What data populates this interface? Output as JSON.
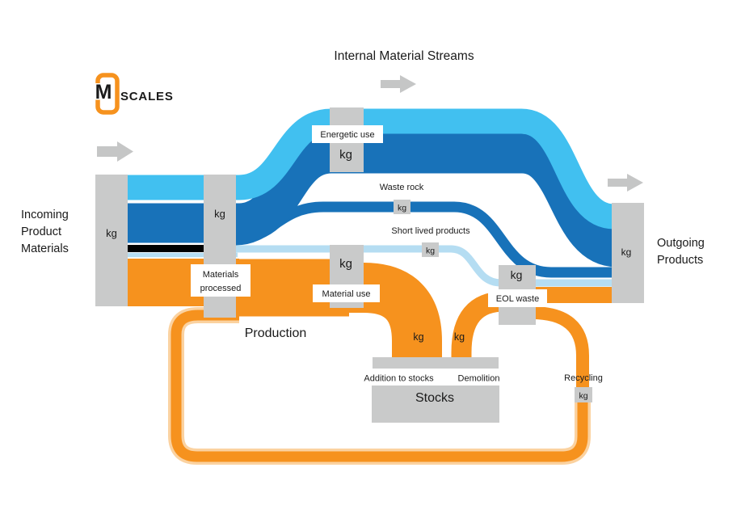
{
  "title": "Internal Material Streams",
  "logo": {
    "monogram": "M",
    "wordmark": "SCALES"
  },
  "endpoints": {
    "incoming": {
      "label_lines": [
        "Incoming",
        "Product",
        "Materials"
      ],
      "unit": "kg"
    },
    "outgoing": {
      "label_lines": [
        "Outgoing",
        "Products"
      ],
      "unit": "kg"
    }
  },
  "nodes": {
    "materials_processed": {
      "label_lines": [
        "Materials",
        "processed"
      ],
      "unit": "kg"
    },
    "energetic_use": {
      "label": "Energetic use",
      "unit": "kg"
    },
    "waste_rock": {
      "label": "Waste rock",
      "unit": "kg"
    },
    "material_use": {
      "label": "Material use",
      "unit": "kg"
    },
    "short_lived_products": {
      "label": "Short lived products",
      "unit": "kg"
    },
    "eol_waste": {
      "label": "EOL waste",
      "unit": "kg"
    },
    "production": {
      "label": "Production"
    },
    "stocks": {
      "label": "Stocks"
    },
    "addition_to_stocks": {
      "label": "Addition to stocks",
      "unit": "kg"
    },
    "demolition": {
      "label": "Demolition",
      "unit": "kg"
    },
    "recycling": {
      "label": "Recycling",
      "unit": "kg"
    }
  },
  "flows": [
    {
      "from": "incoming",
      "to": "materials_processed",
      "colors": [
        "cyan",
        "dark_blue",
        "black",
        "pale_blue",
        "orange"
      ]
    },
    {
      "from": "materials_processed",
      "to": "energetic_use",
      "colors": [
        "cyan",
        "dark_blue"
      ]
    },
    {
      "from": "energetic_use",
      "to": "outgoing",
      "colors": [
        "cyan",
        "dark_blue"
      ]
    },
    {
      "from": "materials_processed",
      "to": "waste_rock",
      "colors": [
        "dark_blue"
      ]
    },
    {
      "from": "waste_rock",
      "to": "outgoing",
      "colors": [
        "dark_blue"
      ]
    },
    {
      "from": "materials_processed",
      "to": "short_lived_products",
      "colors": [
        "pale_blue"
      ]
    },
    {
      "from": "short_lived_products",
      "to": "eol_waste",
      "colors": [
        "pale_blue"
      ]
    },
    {
      "from": "materials_processed",
      "to": "material_use",
      "colors": [
        "orange"
      ]
    },
    {
      "from": "material_use",
      "to": "addition_to_stocks",
      "colors": [
        "orange"
      ]
    },
    {
      "from": "addition_to_stocks",
      "to": "stocks",
      "colors": [
        "orange"
      ]
    },
    {
      "from": "stocks",
      "to": "demolition",
      "colors": [
        "orange"
      ]
    },
    {
      "from": "demolition",
      "to": "eol_waste",
      "colors": [
        "orange"
      ]
    },
    {
      "from": "eol_waste",
      "to": "outgoing",
      "colors": [
        "orange"
      ]
    },
    {
      "from": "eol_waste",
      "to": "recycling",
      "colors": [
        "orange"
      ]
    },
    {
      "from": "recycling",
      "to": "production",
      "colors": [
        "orange"
      ]
    }
  ],
  "colors": {
    "cyan": "#41C0F0",
    "dark_blue": "#1872B9",
    "pale_blue": "#B5DDF2",
    "black": "#000000",
    "orange": "#F6921E",
    "orange_halo": "#FBD2A0",
    "node_gray": "#C9CACA",
    "arrow_gray": "#C5C6C6",
    "logo_blue": "#1B75BB",
    "logo_orange": "#F6921E"
  }
}
